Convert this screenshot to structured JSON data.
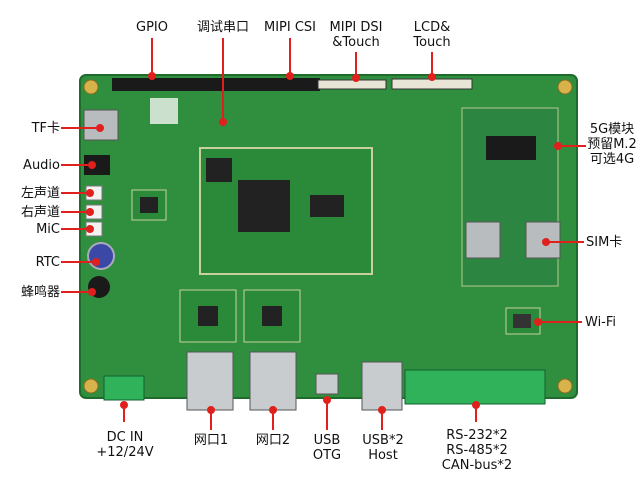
{
  "labels": {
    "gpio": "GPIO",
    "debug_serial": "调试串口",
    "mipi_csi": "MIPI CSI",
    "mipi_dsi": [
      "MIPI DSI",
      "&Touch"
    ],
    "lcd": [
      "LCD&",
      "Touch"
    ],
    "tf": "TF卡",
    "audio": "Audio",
    "left_ch": "左声道",
    "right_ch": "右声道",
    "mic": "MiC",
    "rtc": "RTC",
    "buzzer": "蜂鸣器",
    "module_5g": [
      "5G模块",
      "预留M.2",
      "可选4G"
    ],
    "sim": "SIM卡",
    "wifi": "Wi-Fi",
    "dc_in": [
      "DC IN",
      "+12/24V"
    ],
    "eth1": "网口1",
    "eth2": "网口2",
    "usb_otg": [
      "USB",
      "OTG"
    ],
    "usb_host": [
      "USB*2",
      "Host"
    ],
    "serial": [
      "RS-232*2",
      "RS-485*2",
      "CAN-bus*2"
    ]
  },
  "colors": {
    "pcb": "#2f8f3e",
    "pcb_dark": "#1f6b2c",
    "pointer": "#e0201c",
    "silver": "#c9ccce",
    "terminal": "#2fb25a"
  }
}
